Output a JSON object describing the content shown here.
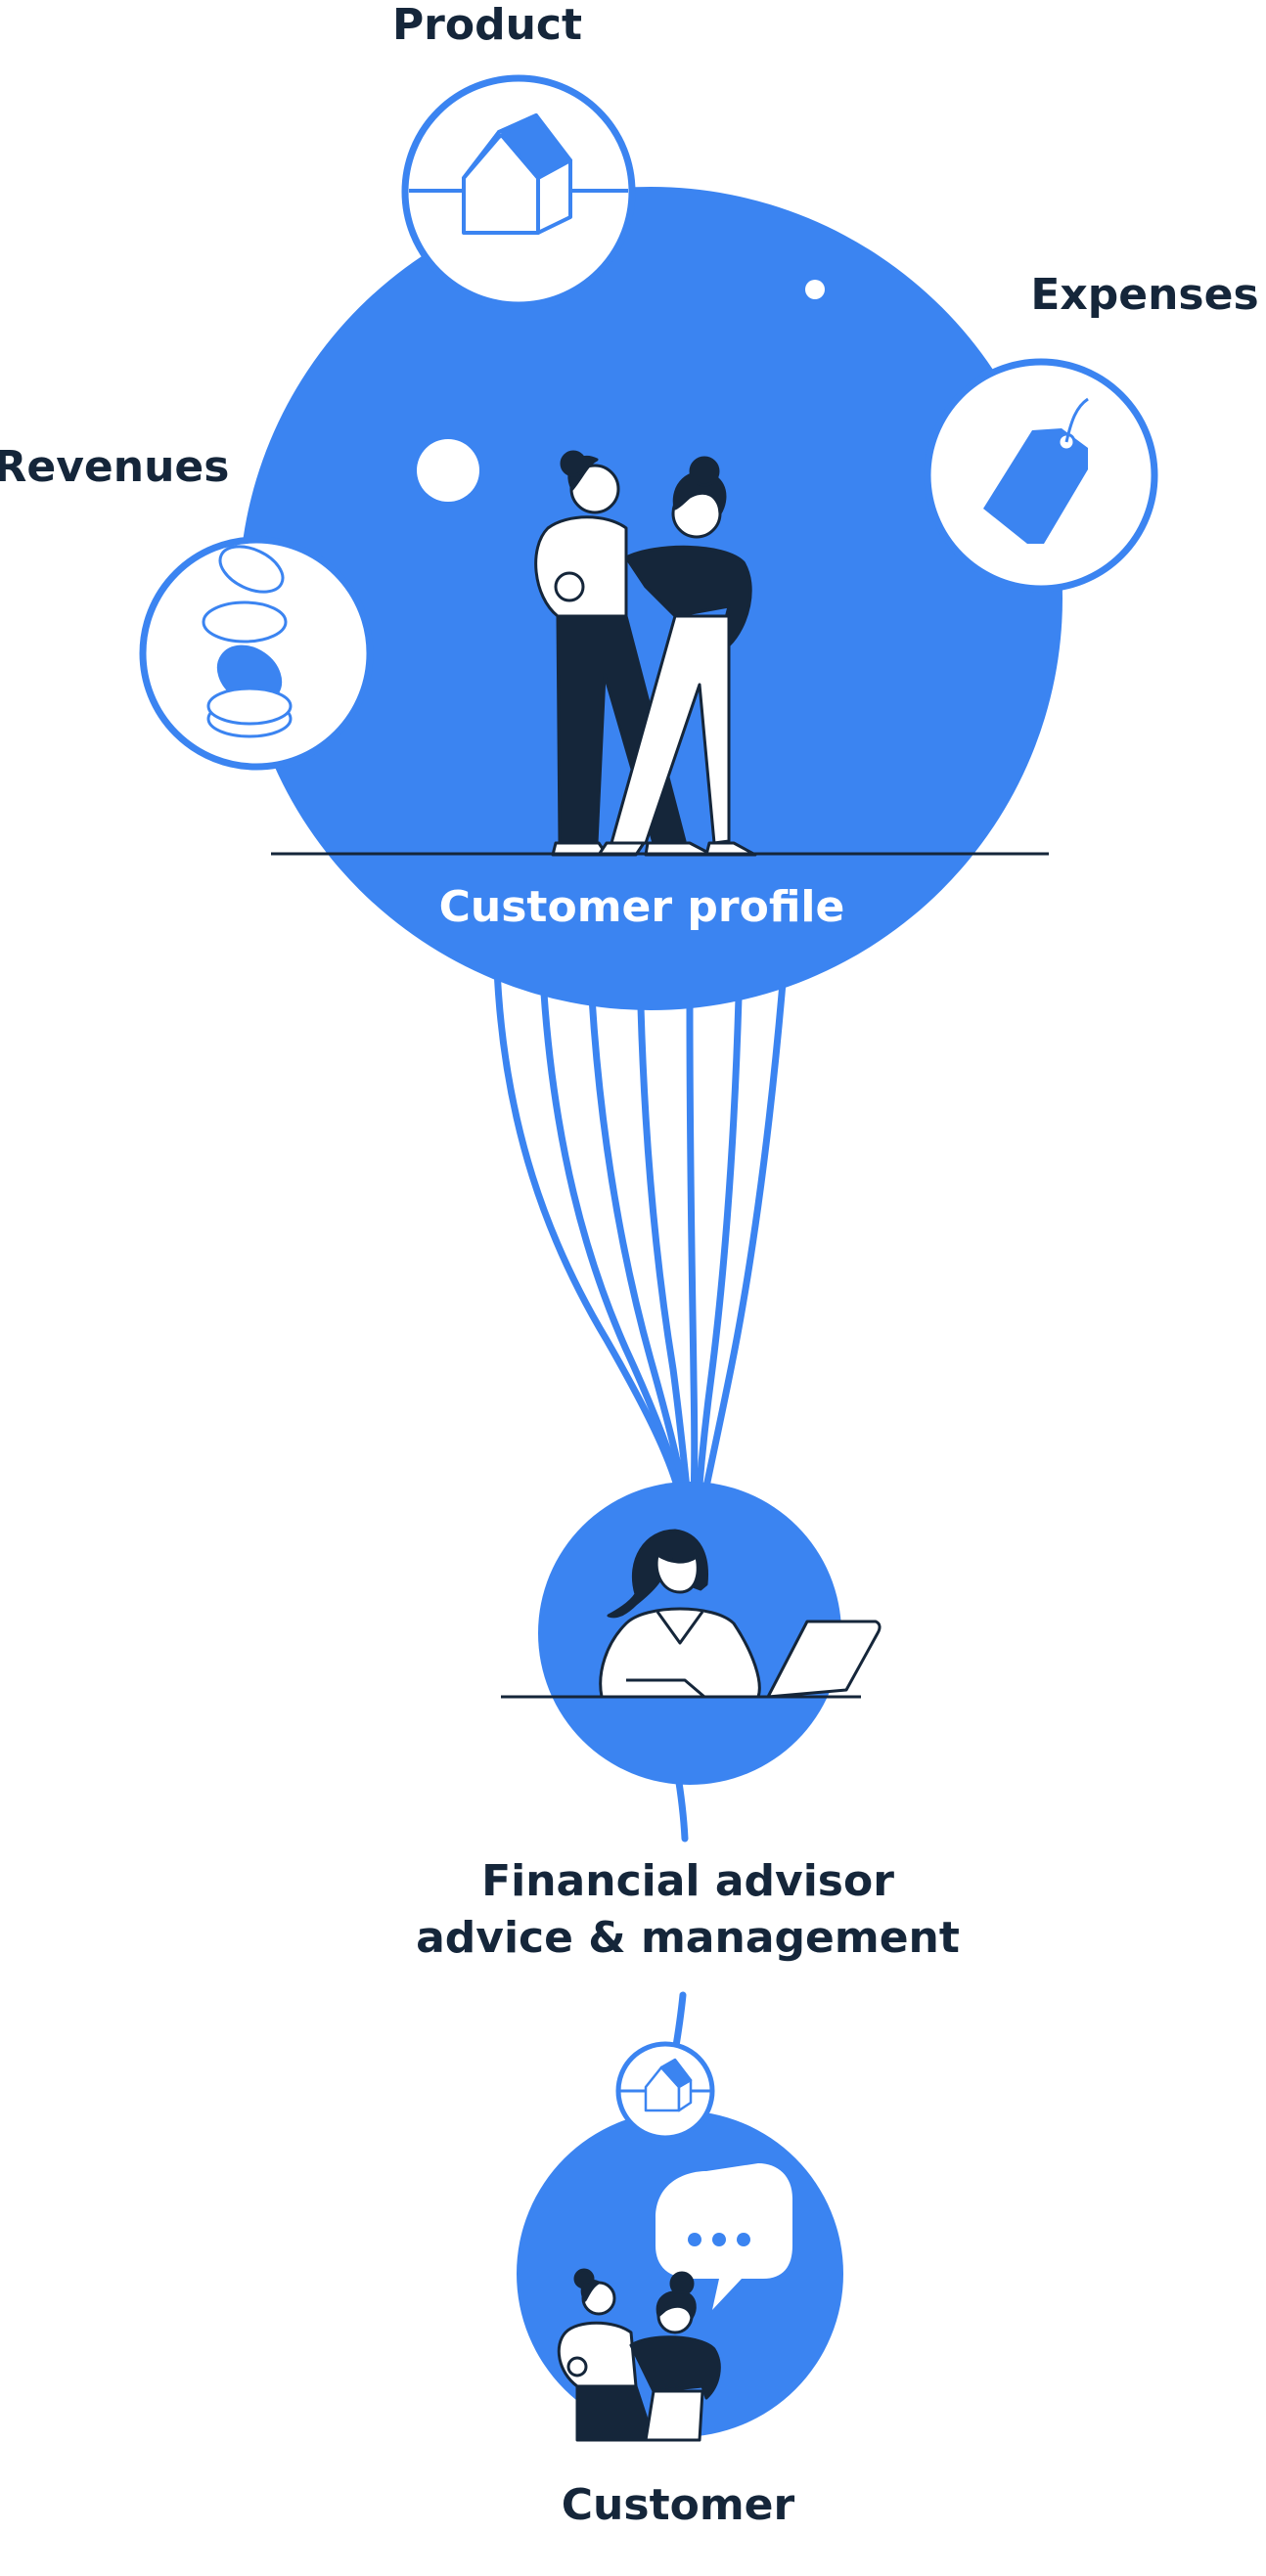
{
  "colors": {
    "accent": "#3b84f1",
    "ink": "#15263a",
    "background": "#ffffff"
  },
  "labels": {
    "product": "Product",
    "expenses": "Expenses",
    "revenues": "Revenues",
    "customer_profile": "Customer profile",
    "advisor_line1": "Financial advisor",
    "advisor_line2": "advice & management",
    "customer": "Customer"
  },
  "icons": {
    "product": "house-icon",
    "expenses": "price-tag-icon",
    "revenues": "coins-icon",
    "customer_product": "house-icon",
    "speech": "speech-bubble-icon"
  }
}
